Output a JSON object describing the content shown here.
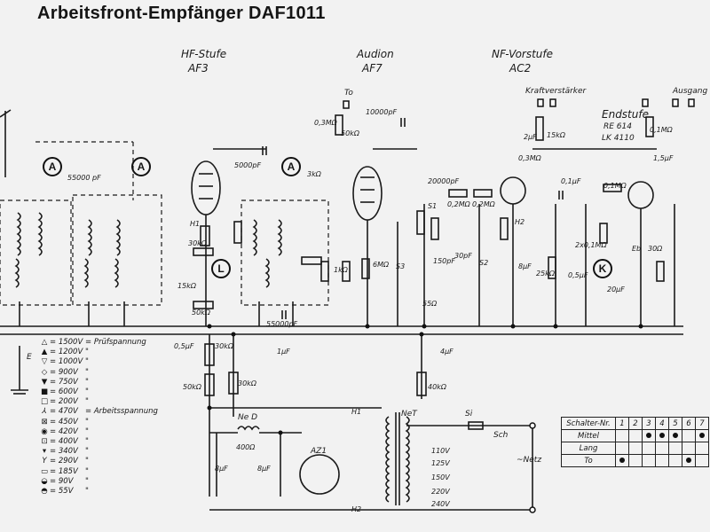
{
  "title": "Arbeitsfront-Empfänger DAF1011",
  "stages": {
    "hf": {
      "name": "HF-Stufe",
      "tube": "AF3"
    },
    "audion": {
      "name": "Audion",
      "tube": "AF7"
    },
    "nf": {
      "name": "NF-Vorstufe",
      "tube": "AC2"
    },
    "end": {
      "name": "Endstufe",
      "tube1": "RE 614",
      "tube2": "LK 4110"
    }
  },
  "connectors": {
    "to": "To",
    "kraft": "Kraftverstärker",
    "ausgang": "Ausgang",
    "netz": "~Netz",
    "earth": "E",
    "ned": "Ne D",
    "net": "NeT",
    "az1": "AZ1",
    "si": "Si",
    "sch": "Sch"
  },
  "markers": {
    "a1": "A",
    "a2": "A",
    "l": "L",
    "k": "K"
  },
  "components": {
    "c55000pf_top": "55000 pF",
    "c5000pf": "5000pF",
    "c10000pf": "10000pF",
    "r03m_to": "0,3MΩ",
    "r50k_to": "50kΩ",
    "c20000pf": "20000pF",
    "r02m_a": "0,2MΩ",
    "r02m_b": "0,2MΩ",
    "r03m_nf": "0,3MΩ",
    "r15k": "15kΩ",
    "c2uf": "2µF",
    "r01m_a": "0,1MΩ",
    "r01m_b": "0,1MΩ",
    "c1_5uf": "1,5µF",
    "c01uf": "0,1µF",
    "r30k_hf": "30kΩ",
    "r50k_hf": "50kΩ",
    "c55000pf_bot": "55000pF",
    "r15k_hf": "15kΩ",
    "c05uf_a": "0,5µF",
    "r30k_a": "30kΩ",
    "r50k_a": "50kΩ",
    "r30k_b": "30kΩ",
    "c1uf": "1µF",
    "c4uf": "4µF",
    "r40k": "40kΩ",
    "r55": "55Ω",
    "c150pf": "150pF",
    "r1k": "1kΩ",
    "r3k": "3kΩ",
    "r6m": "6MΩ",
    "c30pf": "30pF",
    "c8uf_nf": "8µF",
    "r25k": "25kΩ",
    "c05uf_b": "0,5µF",
    "r2x01m": "2x0,1MΩ",
    "c20uf": "20µF",
    "r30": "30Ω",
    "c400": "400Ω",
    "c8uf_a": "8µF",
    "c8uf_b": "8µF",
    "s1": "S1",
    "s2": "S2",
    "s3": "S3",
    "h1": "H1",
    "h2": "H2",
    "eb": "Eb",
    "volts": [
      "110V",
      "125V",
      "150V",
      "220V",
      "240V"
    ]
  },
  "legend": {
    "rows": [
      {
        "sym": "△",
        "val": "= 1500V",
        "note": "= Prüfspannung"
      },
      {
        "sym": "▲",
        "val": "= 1200V",
        "note": "\""
      },
      {
        "sym": "▽",
        "val": "= 1000V",
        "note": "\""
      },
      {
        "sym": "◇",
        "val": "= 900V",
        "note": "\""
      },
      {
        "sym": "▼",
        "val": "= 750V",
        "note": "\""
      },
      {
        "sym": "■",
        "val": "= 600V",
        "note": "\""
      },
      {
        "sym": "□",
        "val": "= 200V",
        "note": "\""
      },
      {
        "sym": "⅄",
        "val": "= 470V",
        "note": "= Arbeitsspannung"
      },
      {
        "sym": "⊠",
        "val": "= 450V",
        "note": "\""
      },
      {
        "sym": "◉",
        "val": "= 420V",
        "note": "\""
      },
      {
        "sym": "⊡",
        "val": "= 400V",
        "note": "\""
      },
      {
        "sym": "▾",
        "val": "= 340V",
        "note": "\""
      },
      {
        "sym": "Y",
        "val": "= 290V",
        "note": "\""
      },
      {
        "sym": "▭",
        "val": "= 185V",
        "note": "\""
      },
      {
        "sym": "◒",
        "val": "= 90V",
        "note": "\""
      },
      {
        "sym": "◓",
        "val": "= 55V",
        "note": "\""
      }
    ]
  },
  "switch_table": {
    "header": "Schalter-Nr.",
    "numbers": [
      "1",
      "2",
      "3",
      "4",
      "5",
      "6",
      "7"
    ],
    "rows": [
      {
        "label": "Mittel",
        "dots": [
          false,
          false,
          true,
          true,
          true,
          false,
          true
        ]
      },
      {
        "label": "Lang",
        "dots": [
          false,
          false,
          false,
          false,
          false,
          false,
          false
        ]
      },
      {
        "label": "To",
        "dots": [
          true,
          false,
          false,
          false,
          false,
          true,
          false
        ]
      }
    ]
  }
}
